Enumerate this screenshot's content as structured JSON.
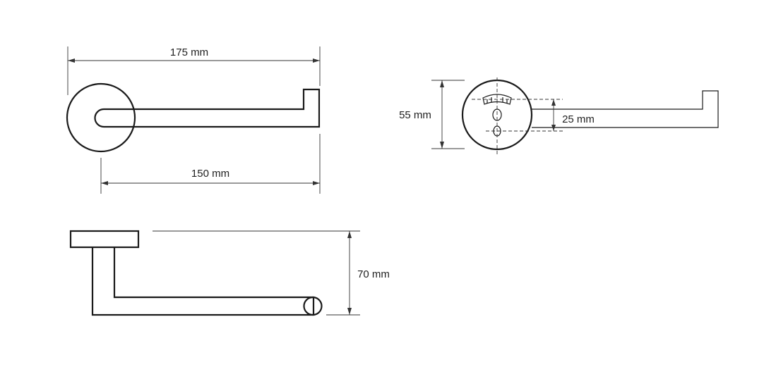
{
  "dimensions": {
    "overall_length": "175 mm",
    "arm_length": "150 mm",
    "base_diameter": "55 mm",
    "hole_spacing": "25 mm",
    "projection": "70 mm"
  }
}
